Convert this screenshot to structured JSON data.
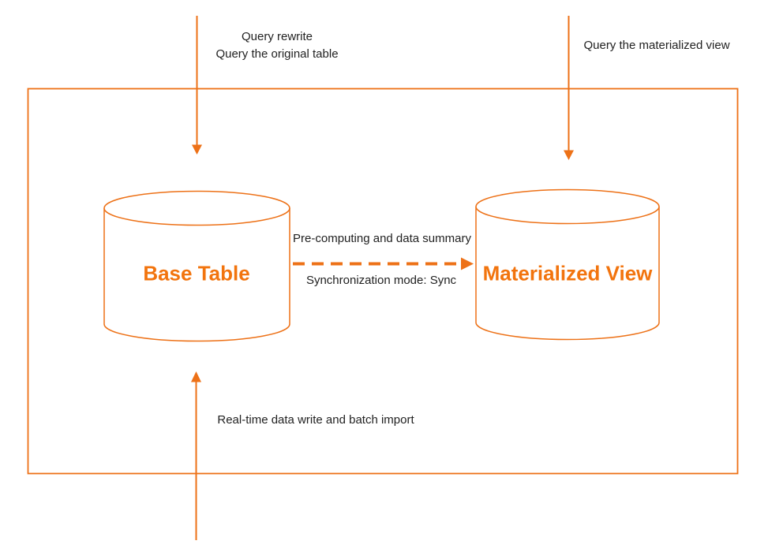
{
  "diagram": {
    "title": "Materialized view synchronization diagram",
    "colors": {
      "accent": "#ED7117",
      "node_text": "#F2740E",
      "annotation_text": "#222222",
      "background": "#FFFFFF"
    },
    "nodes": [
      {
        "id": "base-table",
        "shape": "cylinder",
        "label": "Base Table"
      },
      {
        "id": "materialized-view",
        "shape": "cylinder",
        "label": "Materialized View"
      }
    ],
    "edges": [
      {
        "id": "query-original",
        "type": "arrow-down",
        "to": "base-table",
        "labels": [
          "Query rewrite",
          "Query the original table"
        ]
      },
      {
        "id": "query-materialized-view",
        "type": "arrow-down",
        "to": "materialized-view",
        "labels": [
          "Query the materialized view"
        ]
      },
      {
        "id": "sync",
        "type": "dashed-arrow-right",
        "from": "base-table",
        "to": "materialized-view",
        "labels": [
          "Pre-computing and data summary",
          "Synchronization mode: Sync"
        ]
      },
      {
        "id": "realtime-write",
        "type": "arrow-up",
        "to": "base-table",
        "labels": [
          "Real-time data write and batch import"
        ]
      }
    ]
  }
}
